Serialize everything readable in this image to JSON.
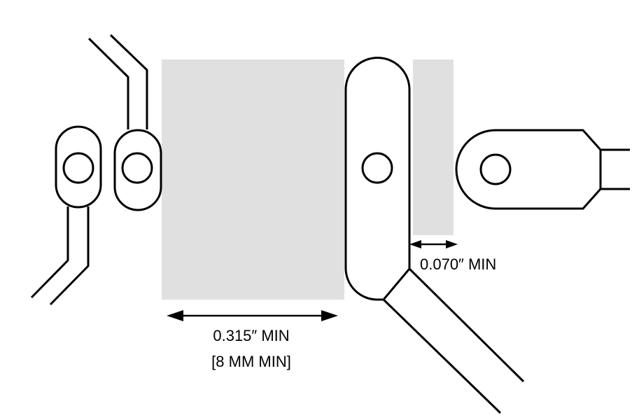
{
  "colors": {
    "keepout_fill": "#e0e0e0",
    "line": "#000000",
    "background": "#ffffff"
  },
  "dimensions": {
    "wide_gap": {
      "primary": "0.315″ MIN",
      "secondary": "[8 MM MIN]"
    },
    "narrow_gap": {
      "primary": "0.070″ MIN"
    }
  }
}
